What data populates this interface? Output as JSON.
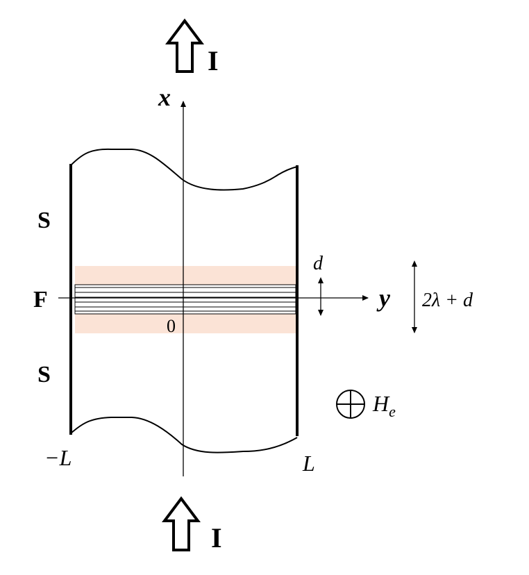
{
  "labels": {
    "current_top": "I",
    "current_bottom": "I",
    "axis_x": "x",
    "axis_y": "y",
    "region_s_top": "S",
    "region_f": "F",
    "region_s_bottom": "S",
    "thickness_d": "d",
    "width_label": "2λ + d",
    "origin": "0",
    "left_edge": "−L",
    "right_edge": "L",
    "field_label": "H",
    "field_subscript": "e"
  },
  "colors": {
    "penetration_band": "#fbe3d6",
    "ink": "#000000"
  }
}
